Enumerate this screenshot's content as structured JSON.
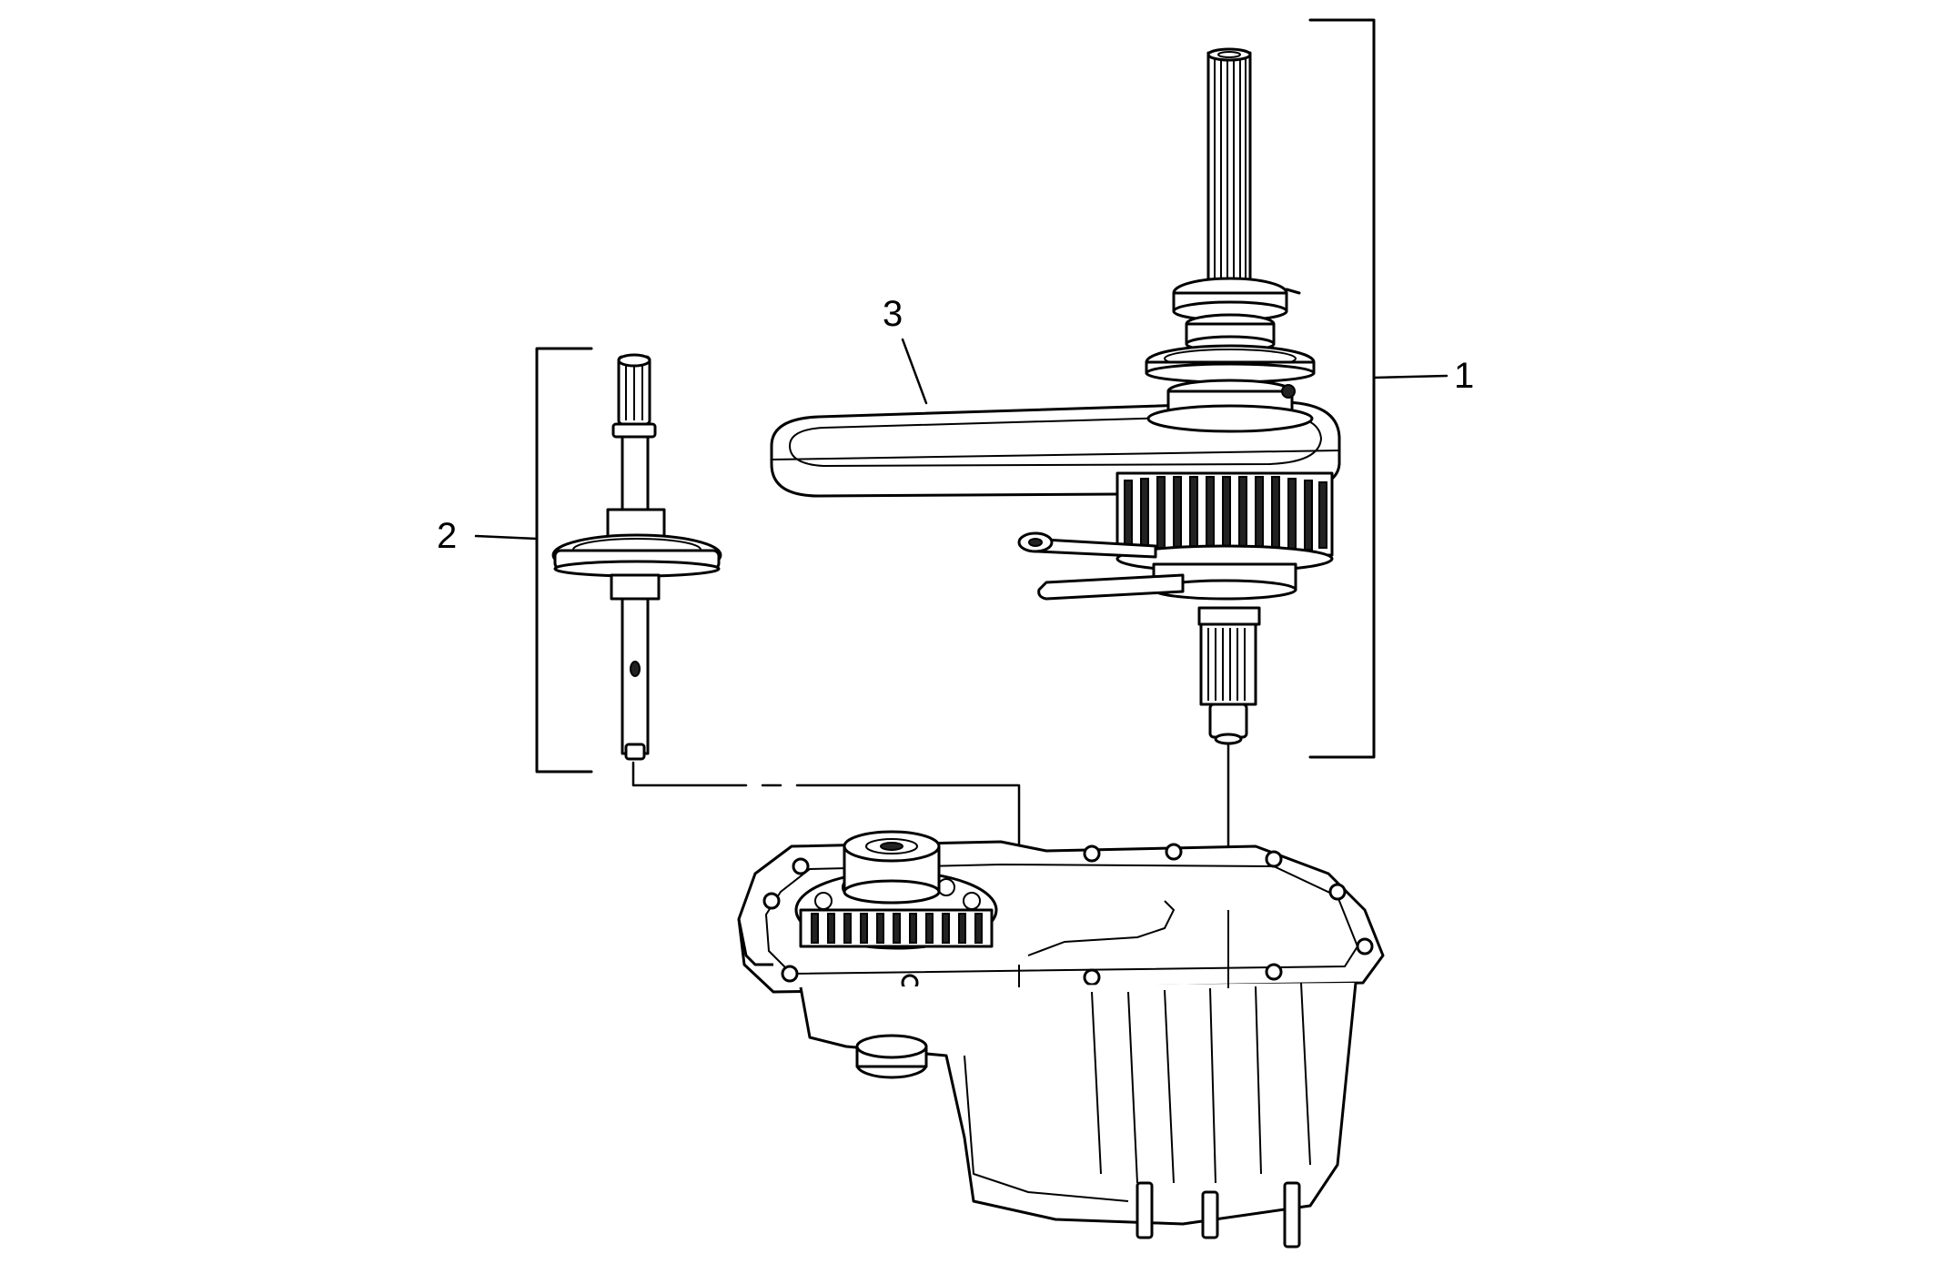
{
  "callouts": [
    {
      "id": "1",
      "label": "1"
    },
    {
      "id": "2",
      "label": "2"
    },
    {
      "id": "3",
      "label": "3"
    }
  ],
  "parts": {
    "mainshaft_assembly": {
      "callout": "1"
    },
    "front_output_shaft": {
      "callout": "2"
    },
    "drive_chain": {
      "callout": "3"
    },
    "transfer_case_housing": {}
  }
}
